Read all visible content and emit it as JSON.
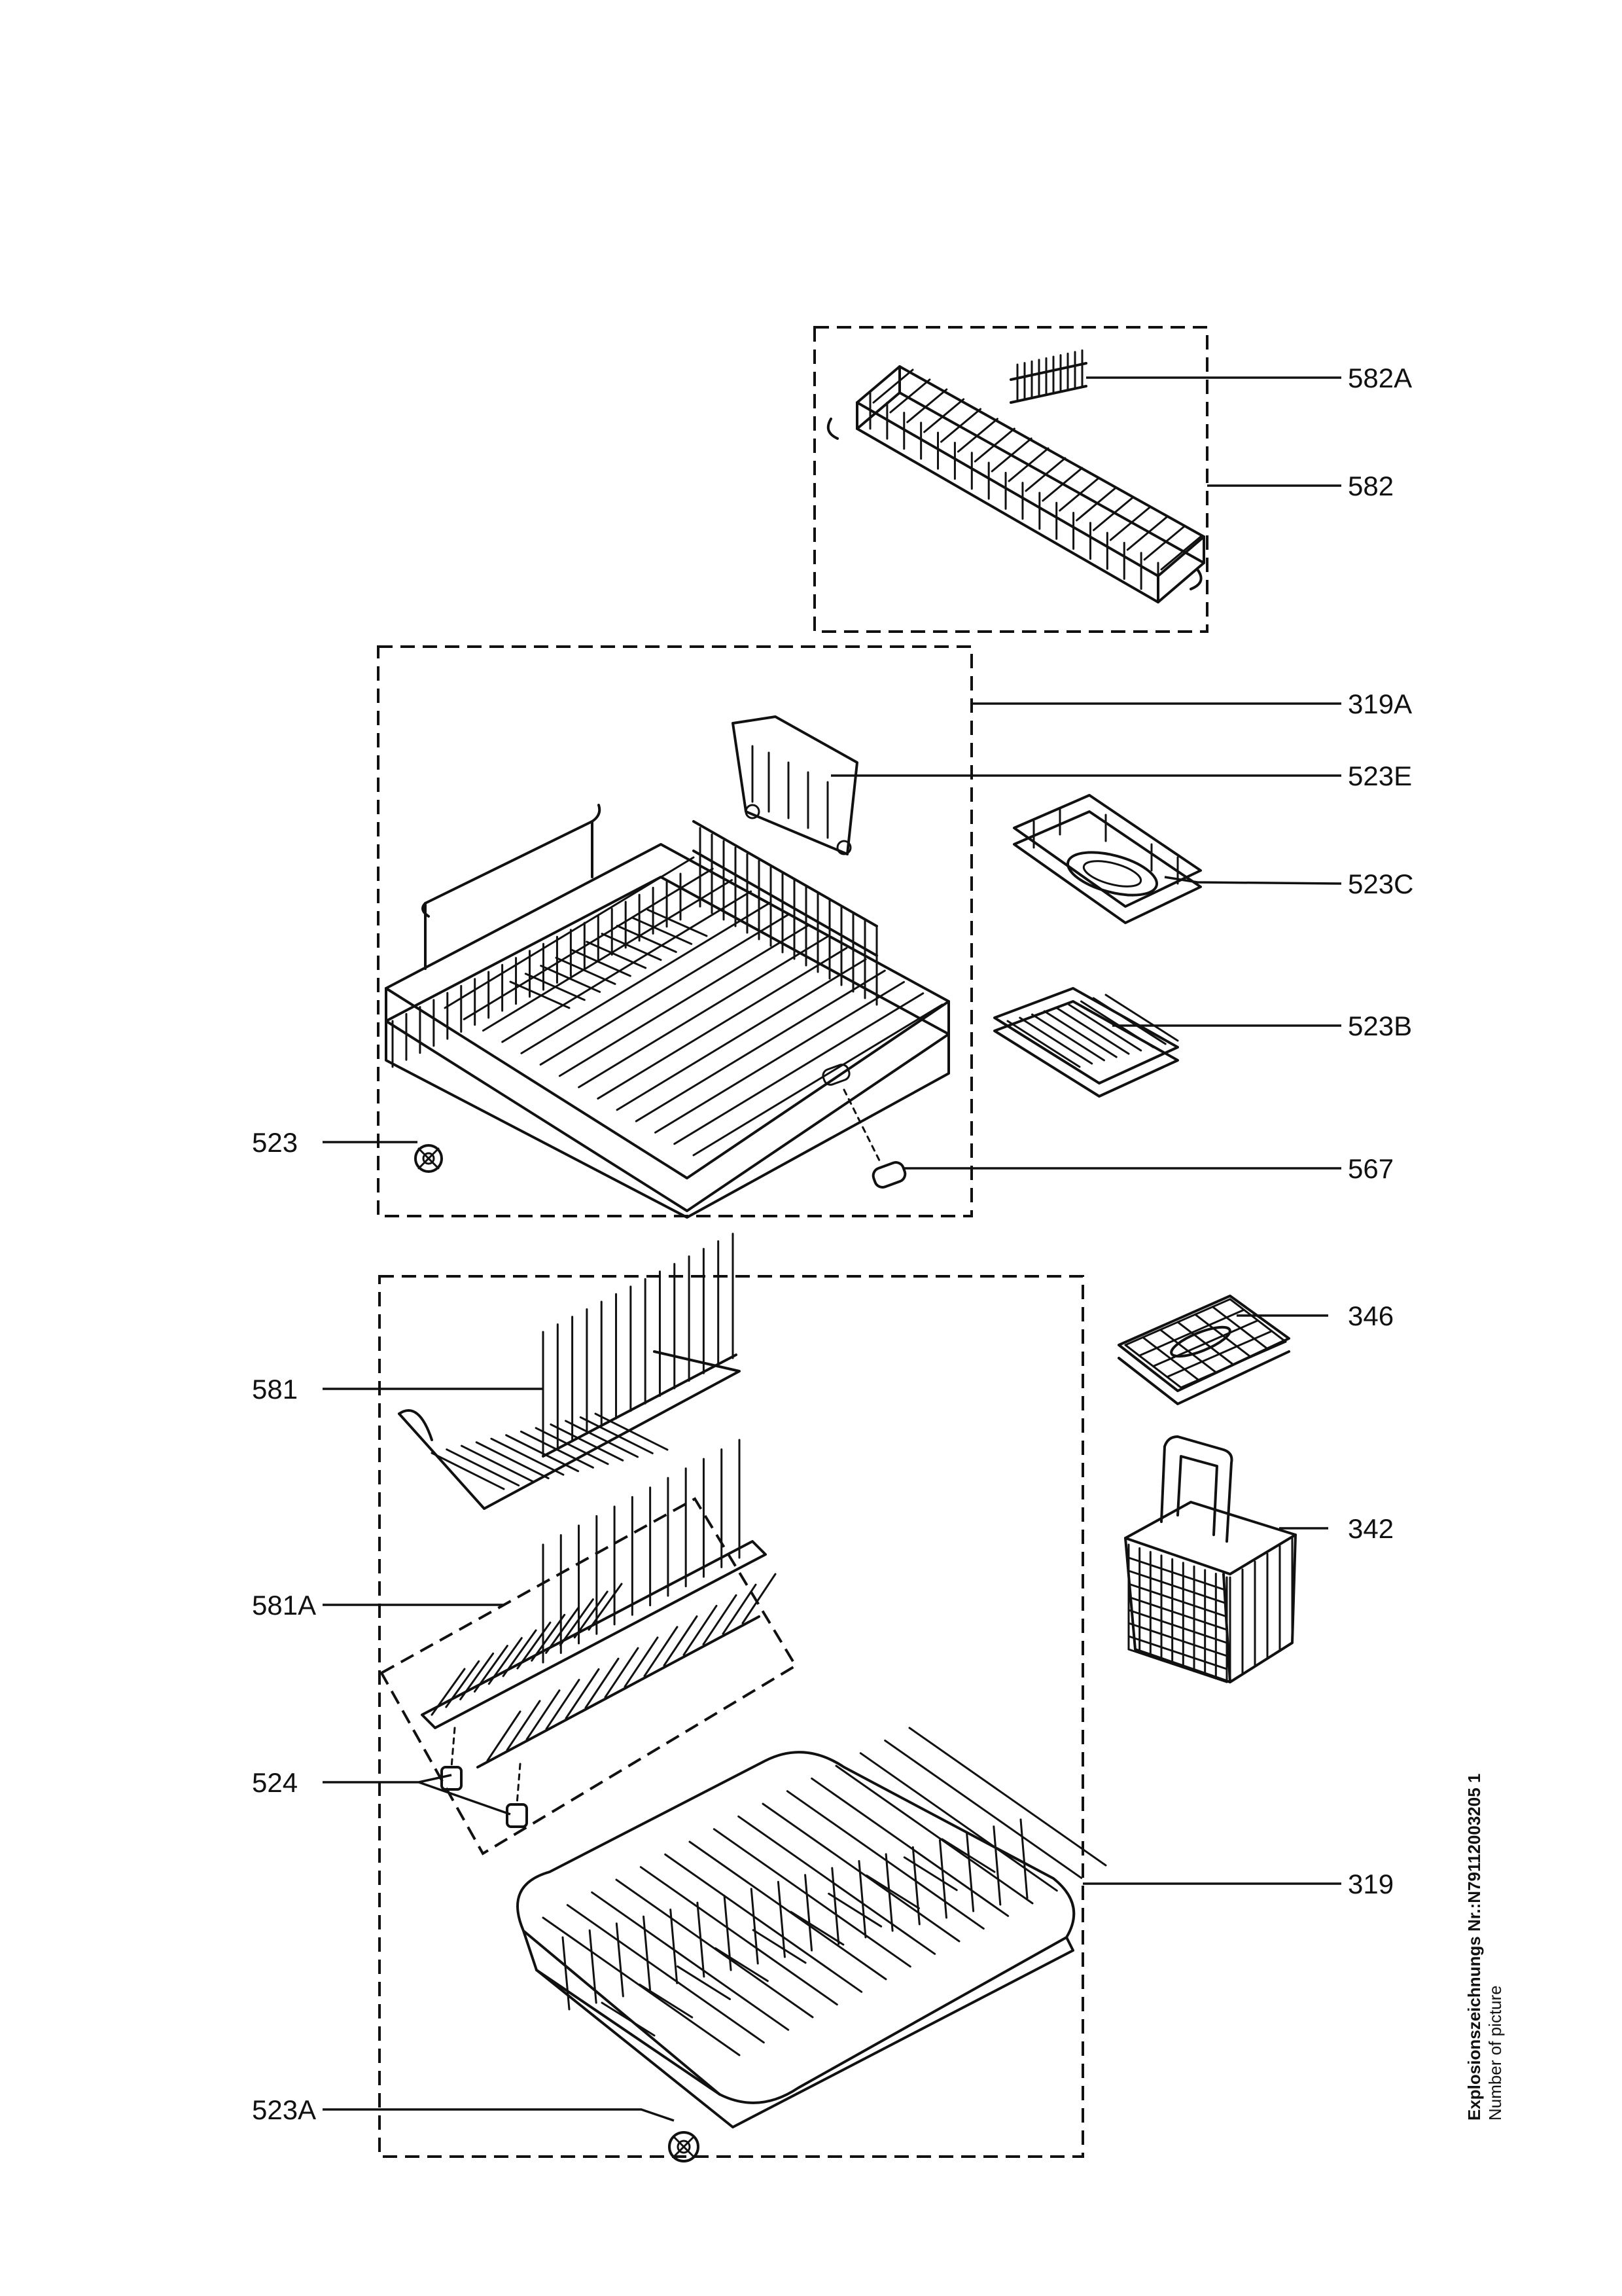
{
  "labels": {
    "l582A": "582A",
    "l582": "582",
    "l319A": "319A",
    "l523E": "523E",
    "l523C": "523C",
    "l523B": "523B",
    "l523": "523",
    "l567": "567",
    "l346": "346",
    "l581": "581",
    "l342": "342",
    "l581A": "581A",
    "l524": "524",
    "l319": "319",
    "l523A": "523A"
  },
  "side_caption": {
    "line1": "Explosionszeichnungs Nr.:N79112003205 1",
    "line2": "Number of picture"
  }
}
